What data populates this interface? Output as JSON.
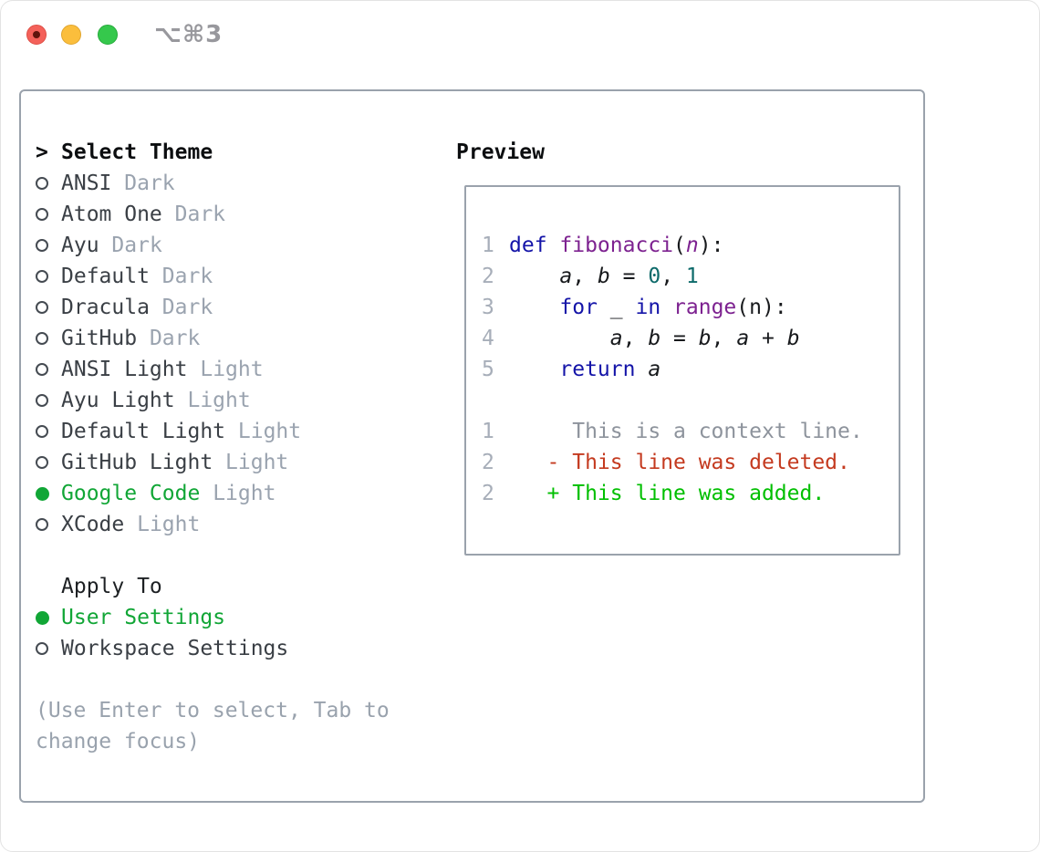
{
  "window": {
    "title": "⌥⌘3"
  },
  "theme_panel": {
    "focus_caret": ">",
    "header": "Select Theme",
    "themes": [
      {
        "name": "ANSI",
        "variant": "Dark",
        "selected": false
      },
      {
        "name": "Atom One",
        "variant": "Dark",
        "selected": false
      },
      {
        "name": "Ayu",
        "variant": "Dark",
        "selected": false
      },
      {
        "name": "Default",
        "variant": "Dark",
        "selected": false
      },
      {
        "name": "Dracula",
        "variant": "Dark",
        "selected": false
      },
      {
        "name": "GitHub",
        "variant": "Dark",
        "selected": false
      },
      {
        "name": "ANSI Light",
        "variant": "Light",
        "selected": false
      },
      {
        "name": "Ayu Light",
        "variant": "Light",
        "selected": false
      },
      {
        "name": "Default Light",
        "variant": "Light",
        "selected": false
      },
      {
        "name": "GitHub Light",
        "variant": "Light",
        "selected": false
      },
      {
        "name": "Google Code",
        "variant": "Light",
        "selected": true
      },
      {
        "name": "XCode",
        "variant": "Light",
        "selected": false
      }
    ],
    "apply_to": {
      "header": "Apply To",
      "options": [
        {
          "label": "User Settings",
          "selected": true
        },
        {
          "label": "Workspace Settings",
          "selected": false
        }
      ]
    },
    "hint": "(Use Enter to select, Tab to change focus)"
  },
  "preview": {
    "header": "Preview",
    "code_lines": [
      {
        "number": "1",
        "segments": [
          {
            "t": "def ",
            "c": "kw"
          },
          {
            "t": "fibonacci",
            "c": "fn"
          },
          {
            "t": "(",
            "c": "plain"
          },
          {
            "t": "n",
            "c": "prm"
          },
          {
            "t": "):",
            "c": "plain"
          }
        ]
      },
      {
        "number": "2",
        "segments": [
          {
            "t": "    ",
            "c": "plain"
          },
          {
            "t": "a",
            "c": "var"
          },
          {
            "t": ", ",
            "c": "plain"
          },
          {
            "t": "b",
            "c": "var"
          },
          {
            "t": " = ",
            "c": "plain"
          },
          {
            "t": "0",
            "c": "num"
          },
          {
            "t": ", ",
            "c": "plain"
          },
          {
            "t": "1",
            "c": "num"
          }
        ]
      },
      {
        "number": "3",
        "segments": [
          {
            "t": "    ",
            "c": "plain"
          },
          {
            "t": "for",
            "c": "kw"
          },
          {
            "t": " _ ",
            "c": "plain"
          },
          {
            "t": "in",
            "c": "kw"
          },
          {
            "t": " ",
            "c": "plain"
          },
          {
            "t": "range",
            "c": "fn"
          },
          {
            "t": "(n):",
            "c": "plain"
          }
        ]
      },
      {
        "number": "4",
        "segments": [
          {
            "t": "        ",
            "c": "plain"
          },
          {
            "t": "a",
            "c": "var"
          },
          {
            "t": ", ",
            "c": "plain"
          },
          {
            "t": "b",
            "c": "var"
          },
          {
            "t": " = ",
            "c": "plain"
          },
          {
            "t": "b",
            "c": "var"
          },
          {
            "t": ", ",
            "c": "plain"
          },
          {
            "t": "a",
            "c": "var"
          },
          {
            "t": " + ",
            "c": "plain"
          },
          {
            "t": "b",
            "c": "var"
          }
        ]
      },
      {
        "number": "5",
        "segments": [
          {
            "t": "    ",
            "c": "plain"
          },
          {
            "t": "return",
            "c": "kw"
          },
          {
            "t": " ",
            "c": "plain"
          },
          {
            "t": "a",
            "c": "var"
          }
        ]
      }
    ],
    "diff_lines": [
      {
        "number": "1",
        "segments": [
          {
            "t": "     This is a context line.",
            "c": "ctx"
          }
        ]
      },
      {
        "number": "2",
        "segments": [
          {
            "t": "   ",
            "c": "plain"
          },
          {
            "t": "- This line was deleted.",
            "c": "del"
          }
        ]
      },
      {
        "number": "2",
        "segments": [
          {
            "t": "   ",
            "c": "plain"
          },
          {
            "t": "+ This line was added.",
            "c": "add"
          }
        ]
      }
    ]
  },
  "colors": {
    "selection_green": "#11a636",
    "diff_added_green": "#00bf00",
    "diff_deleted_red": "#c43a1f",
    "keyword_blue": "#1414a8",
    "function_purple": "#7d2290",
    "number_teal": "#0d6a6a",
    "muted_gray": "#9aa3af",
    "border_gray": "#9aa2ac"
  }
}
